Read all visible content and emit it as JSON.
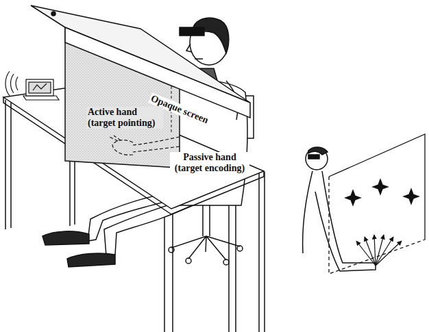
{
  "diagram": {
    "labels": [
      "Opaque screen",
      "Active hand (target pointing)",
      "Passive hand (target encoding)"
    ]
  }
}
